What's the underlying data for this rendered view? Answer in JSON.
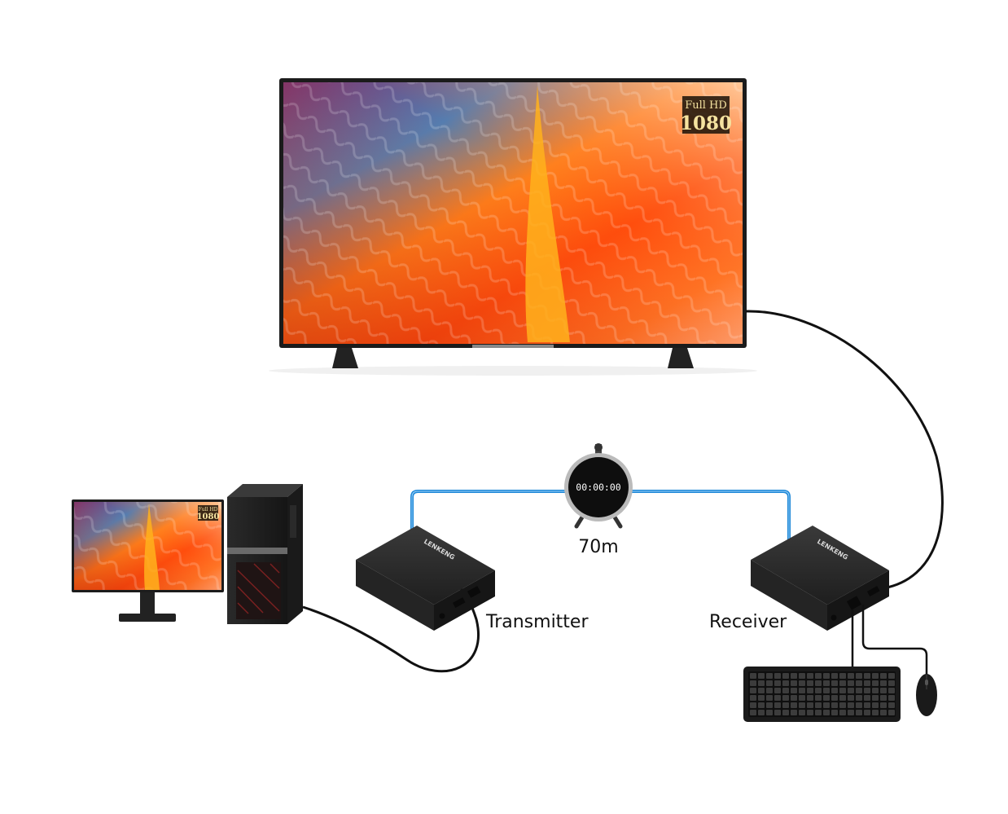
{
  "tv": {
    "badge_top": "Full HD",
    "badge_num": "1080"
  },
  "pc_monitor": {
    "badge_top": "Full HD",
    "badge_num": "1080"
  },
  "transmitter": {
    "label": "Transmitter",
    "brand": "LENKENG"
  },
  "receiver": {
    "label": "Receiver",
    "brand": "LENKENG"
  },
  "timer": {
    "display": "00:00:00"
  },
  "distance": {
    "label": "70m"
  },
  "colors": {
    "network_cable": "#1e88d8",
    "hdmi_cable": "#111111",
    "device_body": "#2a2a2a",
    "screen_orange": "#ff6a13"
  }
}
